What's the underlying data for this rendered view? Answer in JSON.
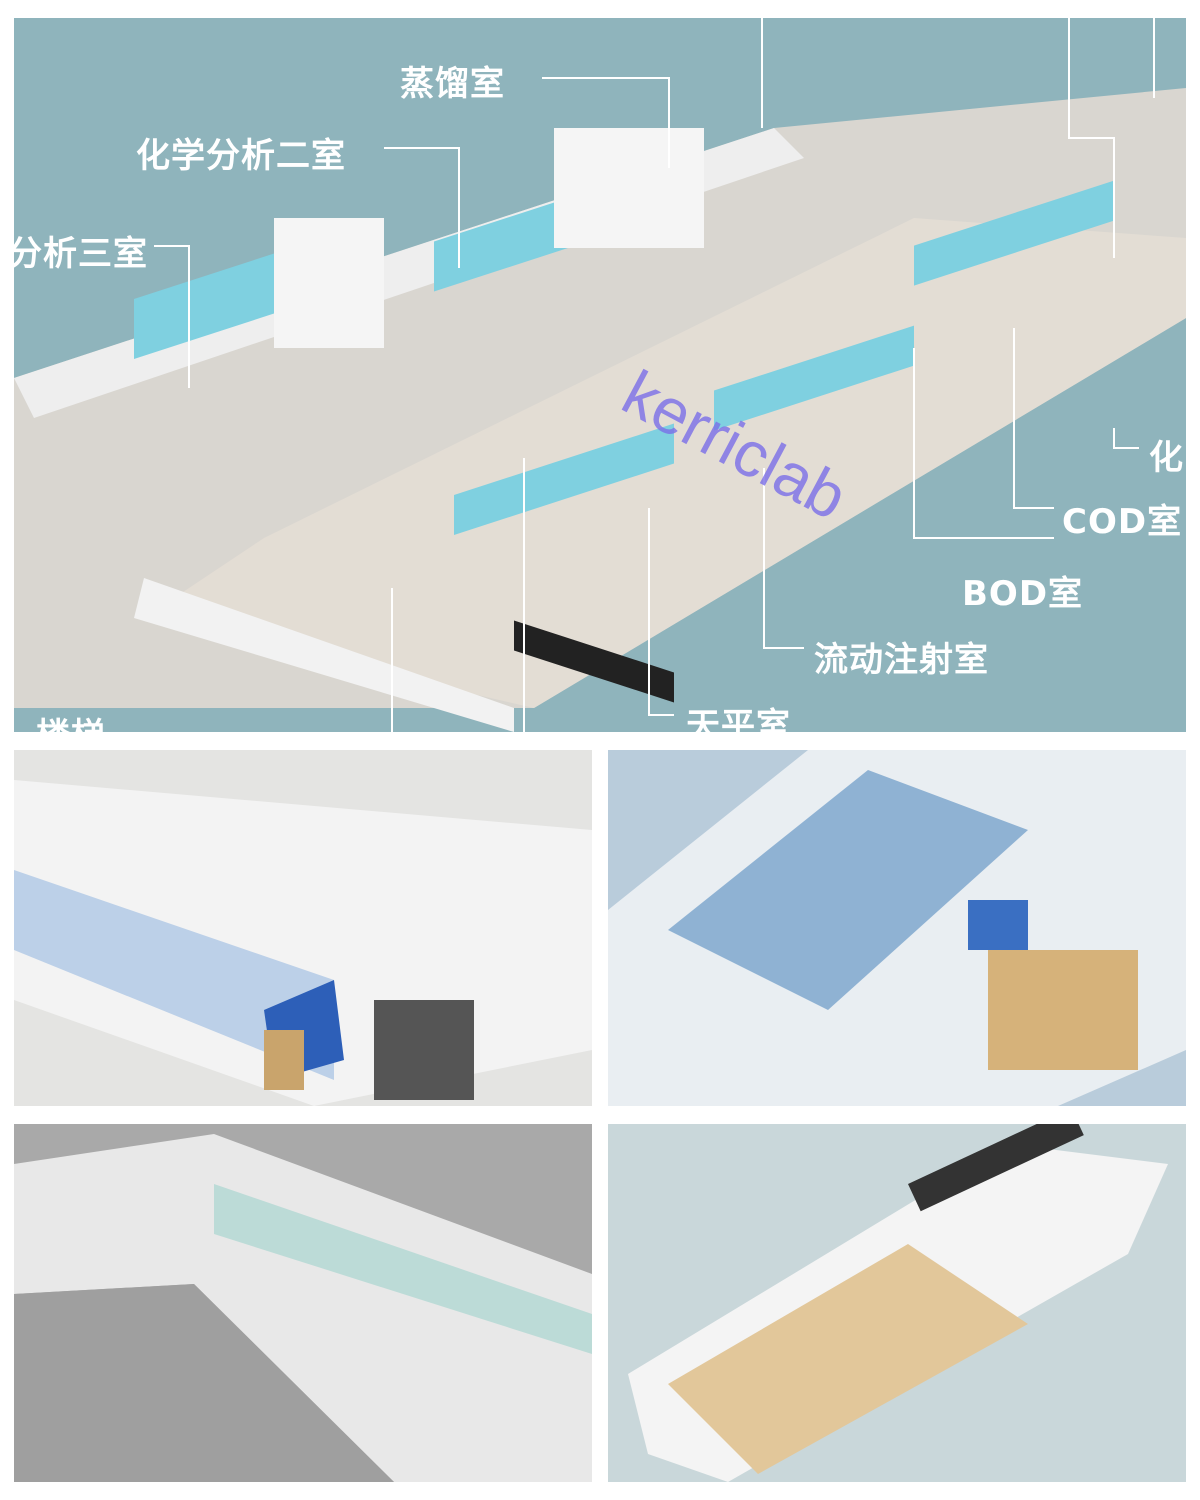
{
  "main_render": {
    "labels": {
      "distillation": "蒸馏室",
      "chem_analysis_2": "化学分析二室",
      "analysis_3": "分析三室",
      "chem_partial": "化",
      "cod": "COD室",
      "bod": "BOD室",
      "flow_injection": "流动注射室",
      "balance": "天平室",
      "stairs": "楼梯"
    },
    "watermark": "kerriclab"
  },
  "colors": {
    "main_bg": "#8fb4bc",
    "label": "#ffffff",
    "watermark": "#7b6fe8"
  }
}
